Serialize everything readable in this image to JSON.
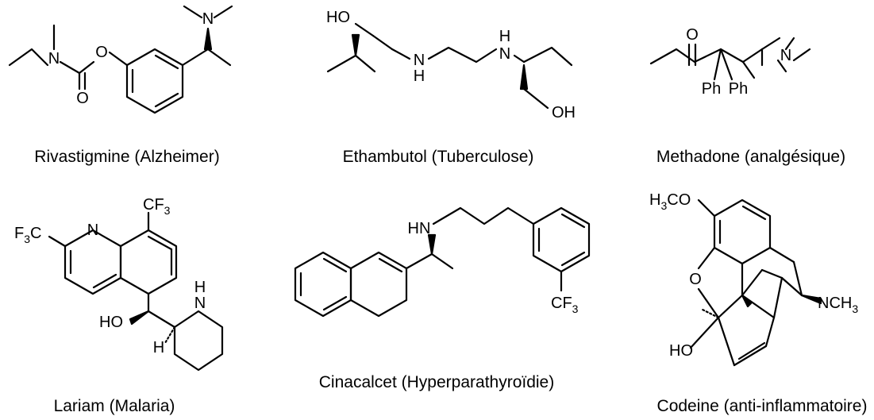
{
  "molecules": [
    {
      "id": "rivastigmine",
      "caption": "Rivastigmine (Alzheimer)",
      "atoms": {
        "n_top": "N",
        "n_carb": "N",
        "o_ester": "O",
        "o_carbonyl": "O"
      }
    },
    {
      "id": "ethambutol",
      "caption": "Ethambutol (Tuberculose)",
      "atoms": {
        "ho": "HO",
        "n1": "N",
        "h1": "H",
        "n2": "N",
        "h2": "H",
        "oh": "OH"
      }
    },
    {
      "id": "methadone",
      "caption": "Methadone (analgésique)",
      "atoms": {
        "o": "O",
        "n": "N",
        "ph1": "Ph",
        "ph2": "Ph"
      }
    },
    {
      "id": "lariam",
      "caption": "Lariam (Malaria)",
      "atoms": {
        "cf3_top_a": "CF",
        "cf3_top_b": "3",
        "f3c_a": "F",
        "f3c_b": "3",
        "f3c_c": "C",
        "n_ring": "N",
        "ho": "HO",
        "h": "H",
        "n_pip": "N",
        "h_pip": "H"
      }
    },
    {
      "id": "cinacalcet",
      "caption": "Cinacalcet (Hyperparathyroïdie)",
      "atoms": {
        "hn": "HN",
        "cf3_a": "CF",
        "cf3_b": "3"
      }
    },
    {
      "id": "codeine",
      "caption": "Codeine (anti-inflammatoire)",
      "atoms": {
        "h3co_a": "H",
        "h3co_b": "3",
        "h3co_c": "CO",
        "o_ring": "O",
        "nch3_a": "NCH",
        "nch3_b": "3",
        "ho": "HO"
      }
    }
  ]
}
